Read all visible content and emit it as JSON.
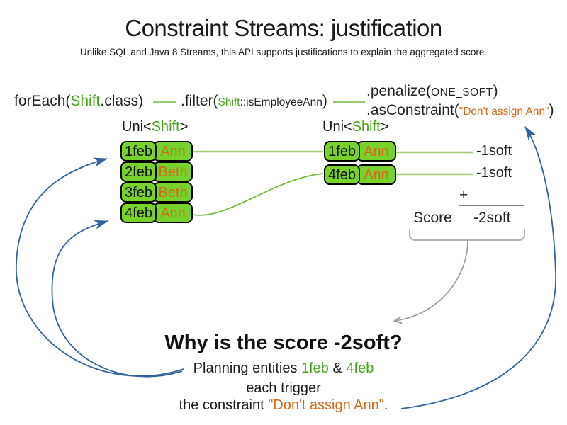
{
  "header": {
    "title": "Constraint Streams: justification",
    "subtitle": "Unlike SQL and Java 8 Streams, this API supports justifications to explain the aggregated score."
  },
  "code": {
    "foreach": {
      "pre": "forEach(",
      "cls": "Shift",
      "post": ".class)"
    },
    "filter": {
      "pre": ".filter(",
      "arg_cls": "Shift",
      "arg_rest": "::isEmployeeAnn",
      "post": ")"
    },
    "penalize": {
      "pre": ".penalize(",
      "arg": "ONE_SOFT",
      "post": ")"
    },
    "as_constraint": {
      "pre": ".asConstraint(",
      "arg": "\"Don't assign Ann\"",
      "post": ")"
    }
  },
  "uni_left": {
    "pre": "Uni<",
    "cls": "Shift",
    "post": ">"
  },
  "uni_right": {
    "pre": "Uni<",
    "cls": "Shift",
    "post": ">"
  },
  "left_table": {
    "rows": [
      {
        "date": "1feb",
        "name": "Ann"
      },
      {
        "date": "2feb",
        "name": "Beth"
      },
      {
        "date": "3feb",
        "name": "Beth"
      },
      {
        "date": "4feb",
        "name": "Ann"
      }
    ]
  },
  "right_table": {
    "rows": [
      {
        "date": "1feb",
        "name": "Ann"
      },
      {
        "date": "4feb",
        "name": "Ann"
      }
    ]
  },
  "score": {
    "penalty1": "-1soft",
    "penalty2": "-1soft",
    "plus": "+",
    "label": "Score",
    "total": "-2soft"
  },
  "why": {
    "title": "Why is the score -2soft?",
    "line1_pre": "Planning entities ",
    "line1_entity1": "1feb",
    "line1_amp": " & ",
    "line1_entity2": "4feb",
    "line2": "each trigger",
    "line3_pre": "the constraint ",
    "line3_constraint": "\"Don't assign Ann\"",
    "line3_post": "."
  },
  "colors": {
    "cell_green": "#78d22c",
    "green_text": "#46a41b",
    "orange_text": "#d2691e",
    "blue_arrow": "#33639c",
    "light_green_line": "#a5d075",
    "mid_green_line": "#79b93e",
    "gray_line": "#999999",
    "brace_gray": "#b0b0b0"
  }
}
